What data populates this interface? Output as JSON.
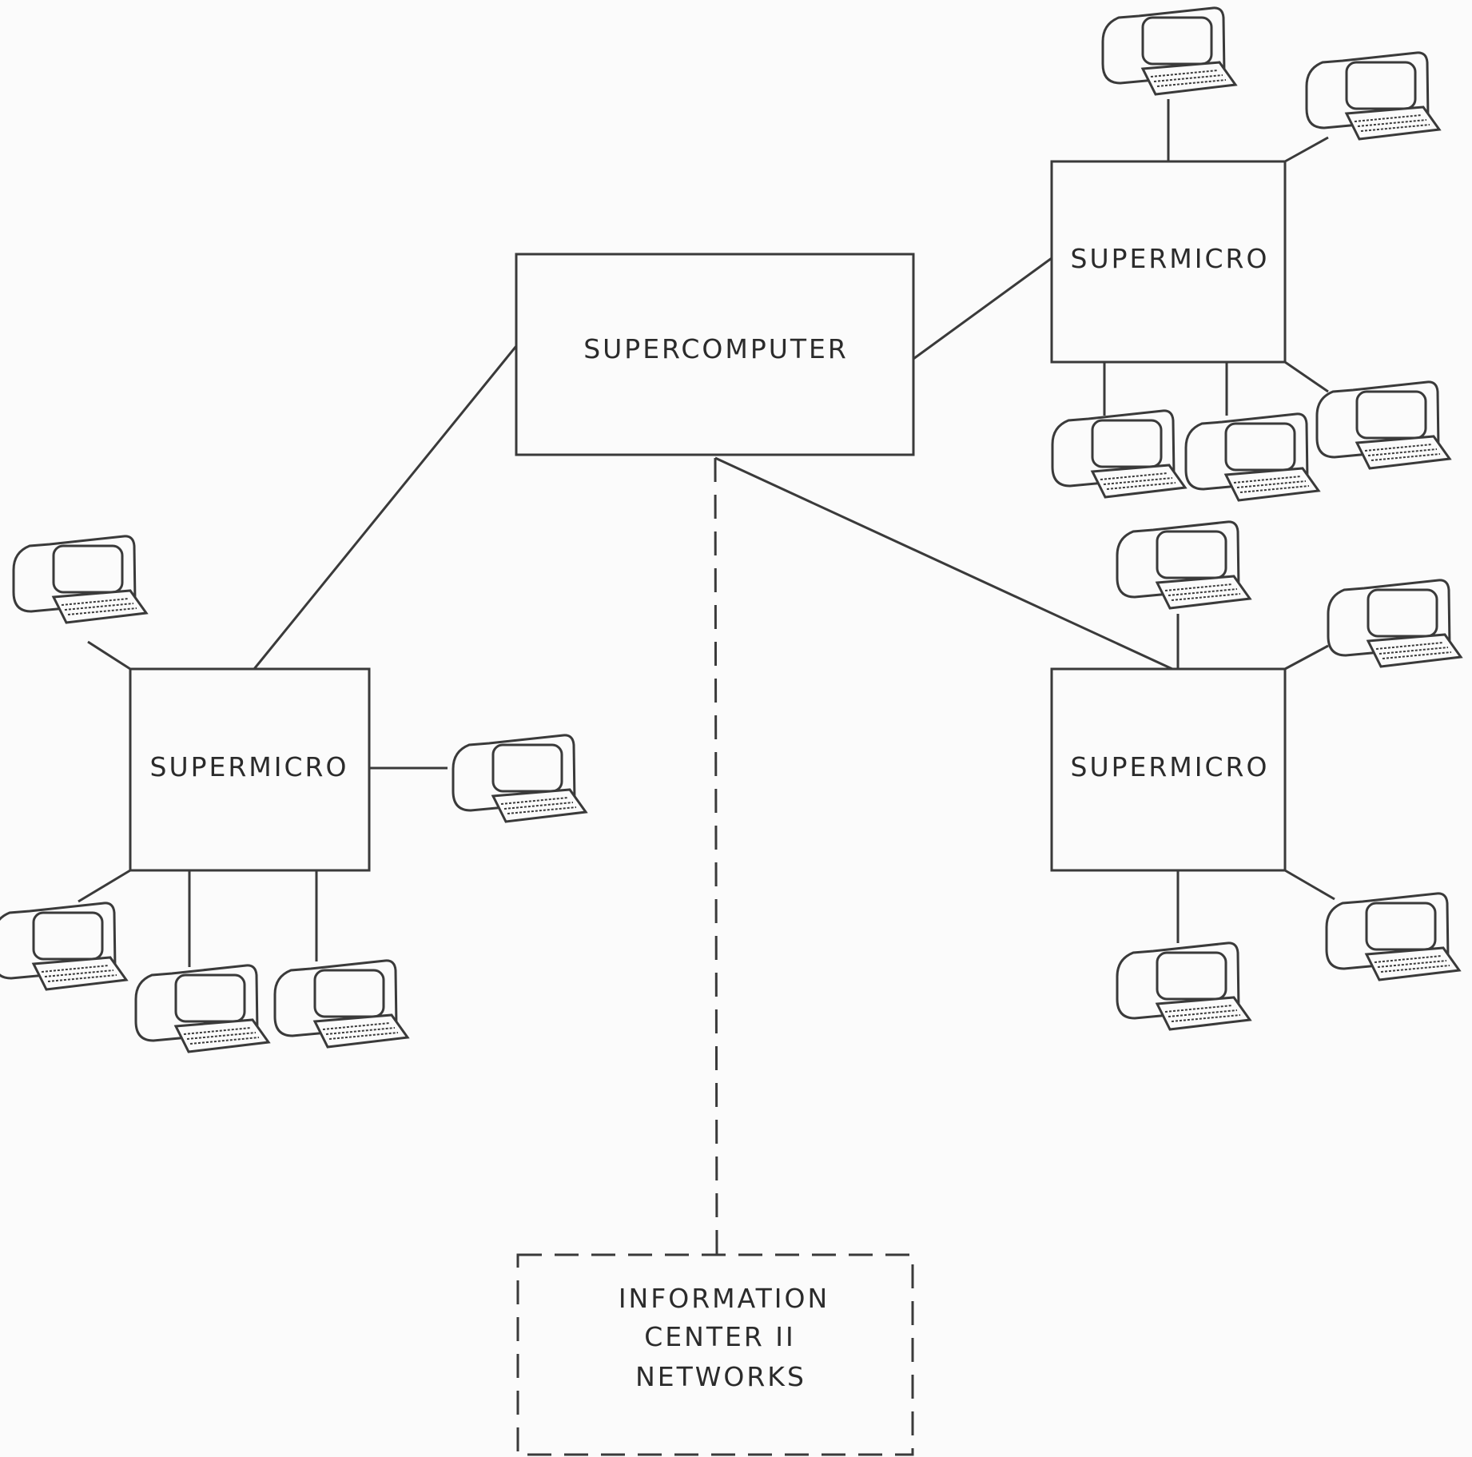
{
  "diagram": {
    "nodes": {
      "supercomputer": {
        "label": "SUPERCOMPUTER"
      },
      "supermicro_top_right": {
        "label": "SUPERMICRO"
      },
      "supermicro_left": {
        "label": "SUPERMICRO"
      },
      "supermicro_bottom_right": {
        "label": "SUPERMICRO"
      },
      "info_center": {
        "lines": [
          "INFORMATION",
          "CENTER II",
          "NETWORKS"
        ]
      }
    },
    "icons": {
      "terminal": "terminal-icon"
    },
    "colors": {
      "line": "#3a3a3a",
      "background": "#fbfbfb",
      "text": "#2b2b2b"
    }
  }
}
